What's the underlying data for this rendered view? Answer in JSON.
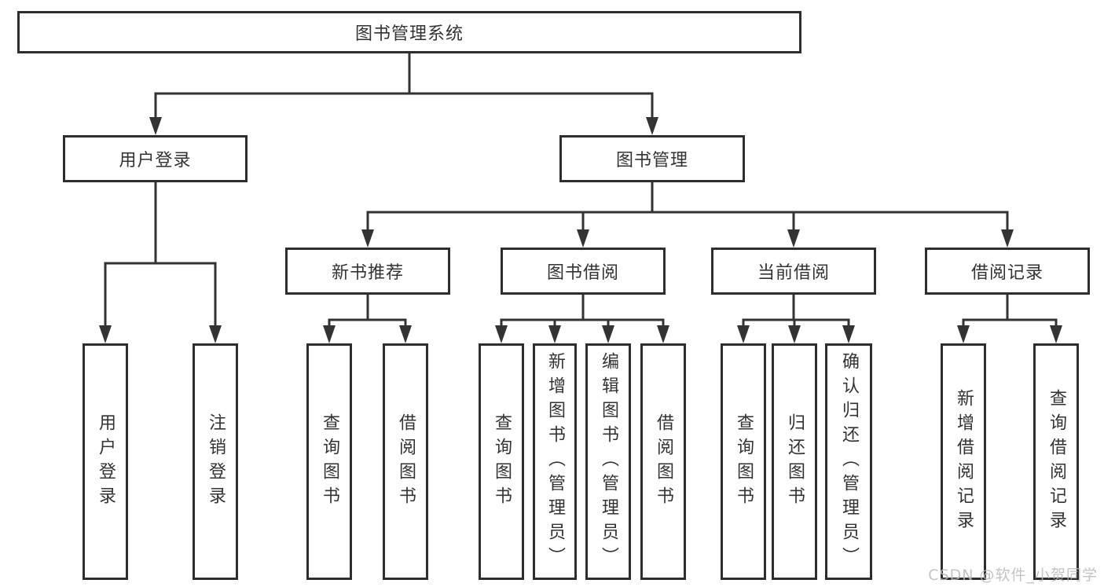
{
  "diagram": {
    "type": "hierarchy-tree",
    "tree": {
      "root": "图书管理系统",
      "children": [
        {
          "label": "用户登录",
          "children": [
            "用户登录",
            "注销登录"
          ]
        },
        {
          "label": "图书管理",
          "children": [
            {
              "label": "新书推荐",
              "children": [
                "查询图书",
                "借阅图书"
              ]
            },
            {
              "label": "图书借阅",
              "children": [
                "查询图书",
                "新增图书（管理员）",
                "编辑图书（管理员）",
                "借阅图书"
              ]
            },
            {
              "label": "当前借阅",
              "children": [
                "查询图书",
                "归还图书",
                "确认归还（管理员）"
              ]
            },
            {
              "label": "借阅记录",
              "children": [
                "新增借阅记录",
                "查询借阅记录"
              ]
            }
          ]
        }
      ]
    },
    "colors": {
      "line": "#333333",
      "box_border": "#2e2e2e",
      "text": "#333333",
      "background": "#ffffff",
      "watermark": "#b9b9b9"
    }
  },
  "watermark": {
    "text": "CSDN @软件_小贺同学"
  }
}
